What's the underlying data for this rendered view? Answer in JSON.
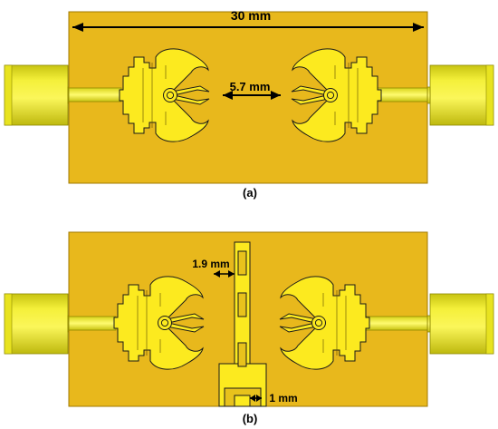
{
  "colors": {
    "substrate": "#E8B81C",
    "patch": "#FCEA1F",
    "connector": "#F0EC1E",
    "connector_shade": "#C9C310",
    "outline": "#1a1a1a"
  },
  "panel_a": {
    "caption": "(a)",
    "dimensions": {
      "width": "30 mm",
      "gap": "5.7 mm"
    }
  },
  "panel_b": {
    "caption": "(b)",
    "dimensions": {
      "slot_offset": "1.9 mm",
      "slot_width": "1 mm"
    }
  }
}
